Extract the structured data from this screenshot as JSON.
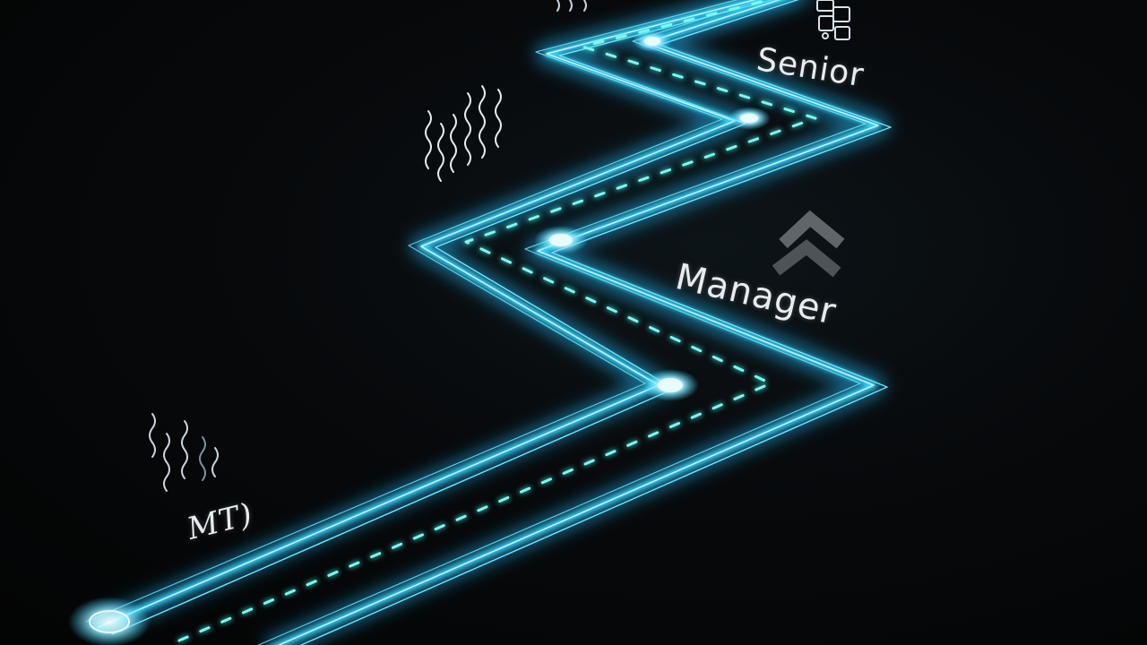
{
  "scene": {
    "background_color": "#050607",
    "glow_color": "#2fd4ff",
    "node_color": "#c8f6ff"
  },
  "labels": {
    "senior": "Senior",
    "manager": "Manager",
    "scribble": "MT)"
  },
  "icons": {
    "promotion_chevron": "double-chevron-up-icon",
    "top_badge": "puzzle-icon"
  }
}
